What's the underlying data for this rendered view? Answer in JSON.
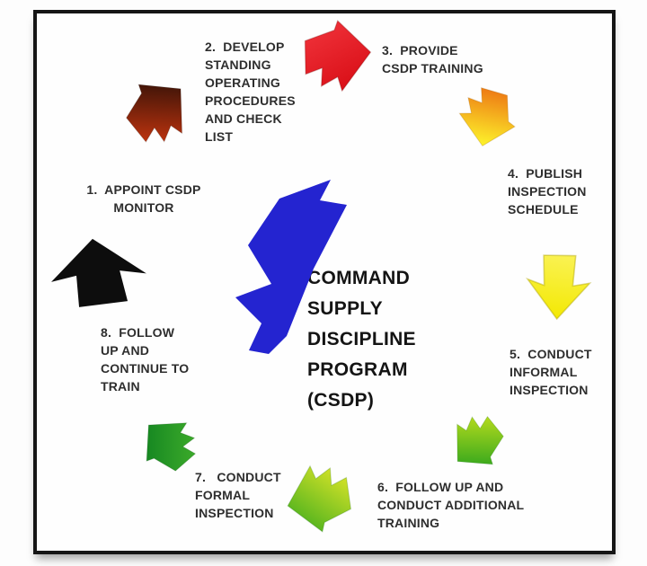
{
  "diagram": {
    "title_center": "COMMAND\nSUPPLY\nDISCIPLINE\nPROGRAM\n(CSDP)",
    "center_burst_color": "#2424d0",
    "text_color": "#2e2e2e",
    "border_color": "#161616",
    "steps": [
      {
        "label": "1.  APPOINT CSDP\nMONITOR"
      },
      {
        "label": "2.  DEVELOP\nSTANDING\nOPERATING\nPROCEDURES\nAND CHECK\nLIST"
      },
      {
        "label": "3.  PROVIDE\nCSDP TRAINING"
      },
      {
        "label": "4.  PUBLISH\nINSPECTION\nSCHEDULE"
      },
      {
        "label": "5.  CONDUCT\nINFORMAL\nINSPECTION"
      },
      {
        "label": "6.  FOLLOW UP AND\nCONDUCT ADDITIONAL\nTRAINING"
      },
      {
        "label": "7.   CONDUCT\nFORMAL\nINSPECTION"
      },
      {
        "label": "8.  FOLLOW\nUP AND\nCONTINUE TO\nTRAIN"
      }
    ],
    "arrows": [
      {
        "name": "arrow-step1-to-step2",
        "from": "#1a0b06",
        "to": "#d93a10"
      },
      {
        "name": "arrow-step2-to-step3",
        "from": "#f1343c",
        "to": "#da1018"
      },
      {
        "name": "arrow-step3-to-step4",
        "from": "#ee7b14",
        "to": "#fdf42b"
      },
      {
        "name": "arrow-step4-to-step5",
        "from": "#f3e903",
        "to": "#faf254"
      },
      {
        "name": "arrow-step5-to-step6",
        "from": "#149a1d",
        "to": "#cfe51d"
      },
      {
        "name": "arrow-step6-to-step7",
        "from": "#eceb2a",
        "to": "#33a81c"
      },
      {
        "name": "arrow-step7-to-step8",
        "from": "#0a7c1f",
        "to": "#44b22c"
      },
      {
        "name": "arrow-step8-to-step1",
        "from": "#0d0d0d",
        "to": "#0d0d0d"
      }
    ]
  }
}
